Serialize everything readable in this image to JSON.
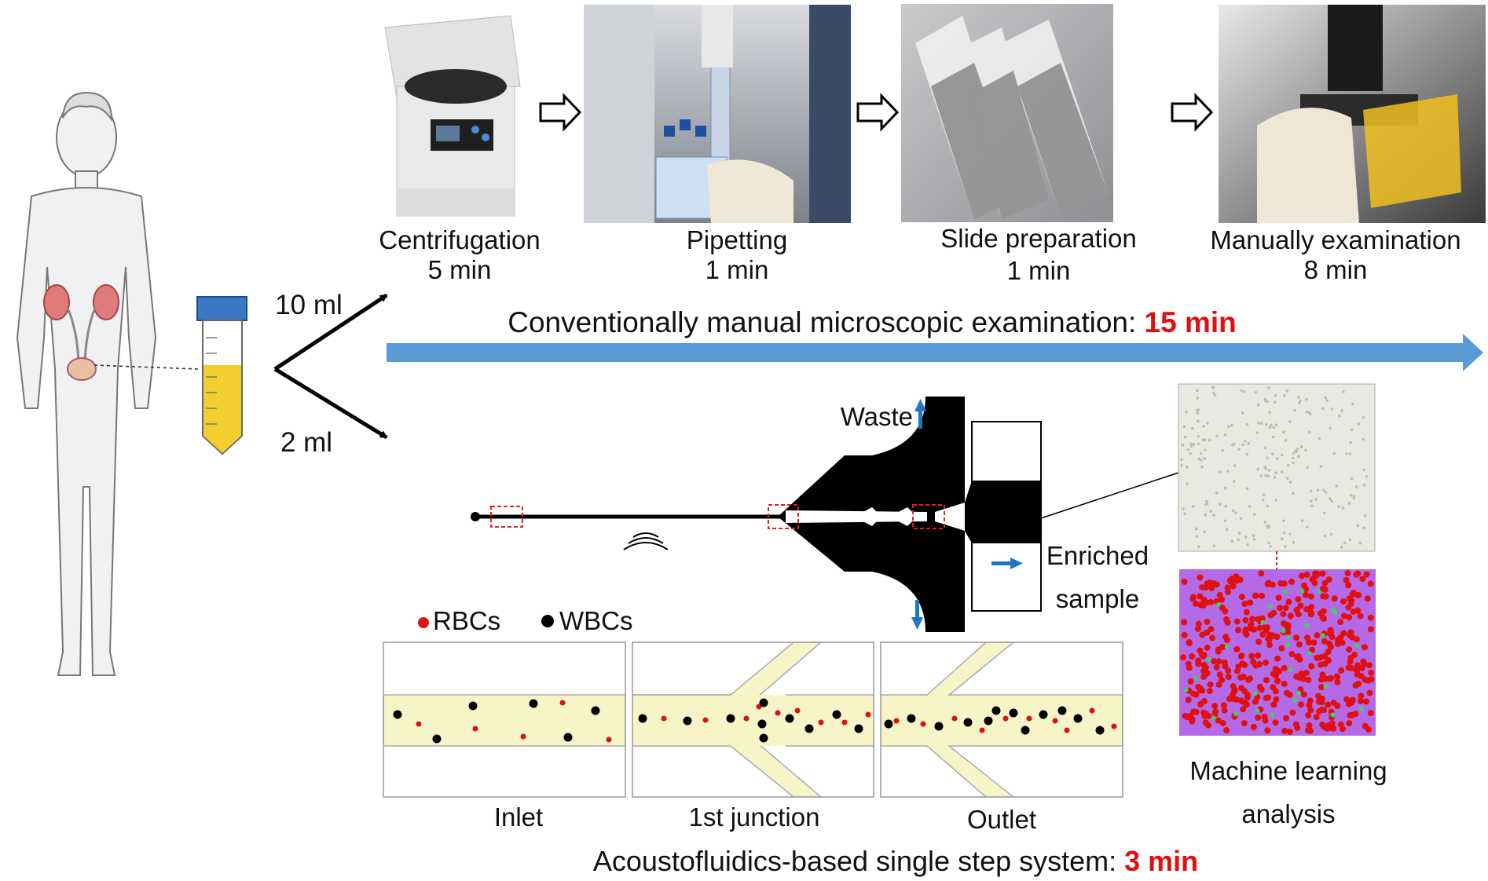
{
  "colors": {
    "accent_red": "#e01010",
    "timeline_blue": "#5b9bd5",
    "flow_blue": "#1f77c4",
    "channel_fill": "#f7f5c8",
    "urine_yellow": "#f2cf2e",
    "tube_cap": "#3a7ac4",
    "ml_background": "#b46ae6",
    "rbc": "#e01010",
    "wbc": "#000000"
  },
  "volumes": {
    "upper": "10 ml",
    "lower": "2 ml"
  },
  "conventional": {
    "steps": [
      {
        "name": "Centrifugation",
        "time": "5 min",
        "icon": "centrifuge-photo"
      },
      {
        "name": "Pipetting",
        "time": "1 min",
        "icon": "pipetting-photo"
      },
      {
        "name": "Slide preparation",
        "time": "1 min",
        "icon": "glass-slides-photo"
      },
      {
        "name": "Manually examination",
        "time": "8 min",
        "icon": "microscope-photo"
      }
    ],
    "title_prefix": "Conventionally manual microscopic examination: ",
    "title_time": "15 min"
  },
  "device": {
    "waste_label": "Waste",
    "enriched_label_1": "Enriched",
    "enriched_label_2": "sample",
    "acoustic_icon": "acoustic-wave-icon"
  },
  "legend": {
    "rbc": "RBCs",
    "wbc": "WBCs"
  },
  "panels": [
    {
      "name": "Inlet"
    },
    {
      "name": "1st junction"
    },
    {
      "name": "Outlet"
    }
  ],
  "ml": {
    "label_1": "Machine learning",
    "label_2": "analysis"
  },
  "acousto": {
    "title_prefix": "Acoustofluidics-based single step system: ",
    "title_time": "3 min"
  }
}
